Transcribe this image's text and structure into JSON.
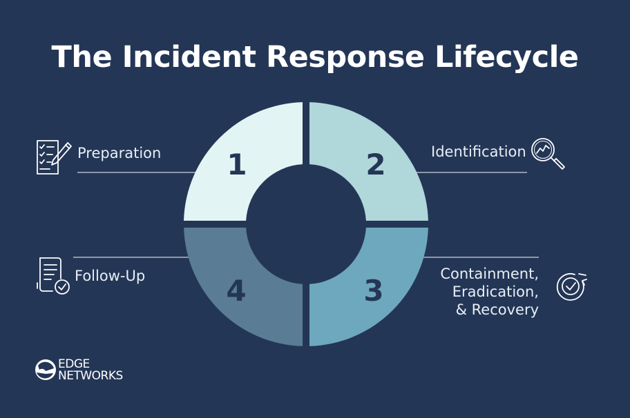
{
  "title": "The Incident Response Lifecycle",
  "stages": [
    {
      "number": "1",
      "label": "Preparation",
      "color": "#e3f4f5",
      "icon": "checklist-pencil-icon"
    },
    {
      "number": "2",
      "label": "Identification",
      "color": "#b0d7da",
      "icon": "magnifier-chart-icon"
    },
    {
      "number": "3",
      "label": "Containment,\nEradication,\n& Recovery",
      "color": "#6ea8bf",
      "icon": "refresh-check-icon"
    },
    {
      "number": "4",
      "label": "Follow-Up",
      "color": "#5a7c95",
      "icon": "document-check-icon"
    }
  ],
  "logo": {
    "line1": "EDGE",
    "line2": "NETWORKS"
  },
  "colors": {
    "background": "#243656",
    "number_text": "#243656",
    "line": "#c9d4e0",
    "icon": "#ffffff"
  }
}
